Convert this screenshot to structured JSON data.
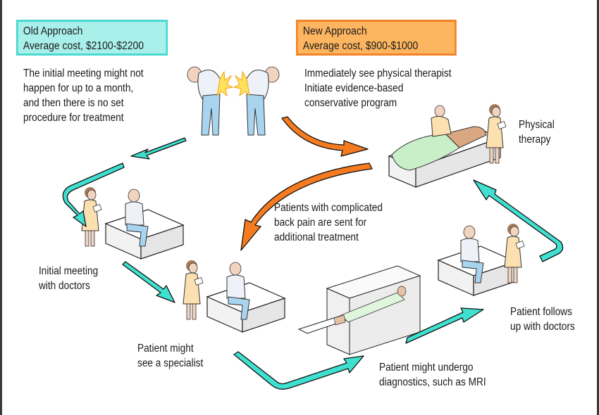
{
  "old_approach": {
    "title": "Old Approach",
    "cost": "Average cost, $2100-$2200",
    "color": "#aaf0ea",
    "border_color": "#48d8cf",
    "description": [
      "The initial meeting might not",
      "happen for up to a month,",
      "and then there is  no set",
      "procedure for treatment"
    ]
  },
  "new_approach": {
    "title": "New Approach",
    "cost": "Average cost, $900-$1000",
    "color": "#fdb560",
    "border_color": "#f2832a",
    "description": [
      "Immediately see physical therapist",
      "Initiate evidence-based",
      "conservative program"
    ]
  },
  "steps": {
    "physical_therapy": [
      "Physical",
      "therapy"
    ],
    "complicated": [
      "Patients with complicated",
      "back pain are sent for",
      "additional treatment"
    ],
    "initial_meeting": [
      "Initial meeting",
      "with doctors"
    ],
    "specialist": [
      "Patient might",
      "see a specialist"
    ],
    "diagnostics": [
      "Patient might undergo",
      "diagnostics, such as MRI"
    ],
    "follow_up": [
      "Patient follows",
      "up with doctors"
    ]
  },
  "arrow_colors": {
    "old_path": "#3fe0d0",
    "new_path": "#f57b20"
  },
  "illustrations": [
    "back-pain-patient-left",
    "back-pain-patient-right",
    "physical-therapy-scene",
    "initial-meeting-scene",
    "specialist-scene",
    "mri-scanner-scene",
    "follow-up-scene"
  ]
}
